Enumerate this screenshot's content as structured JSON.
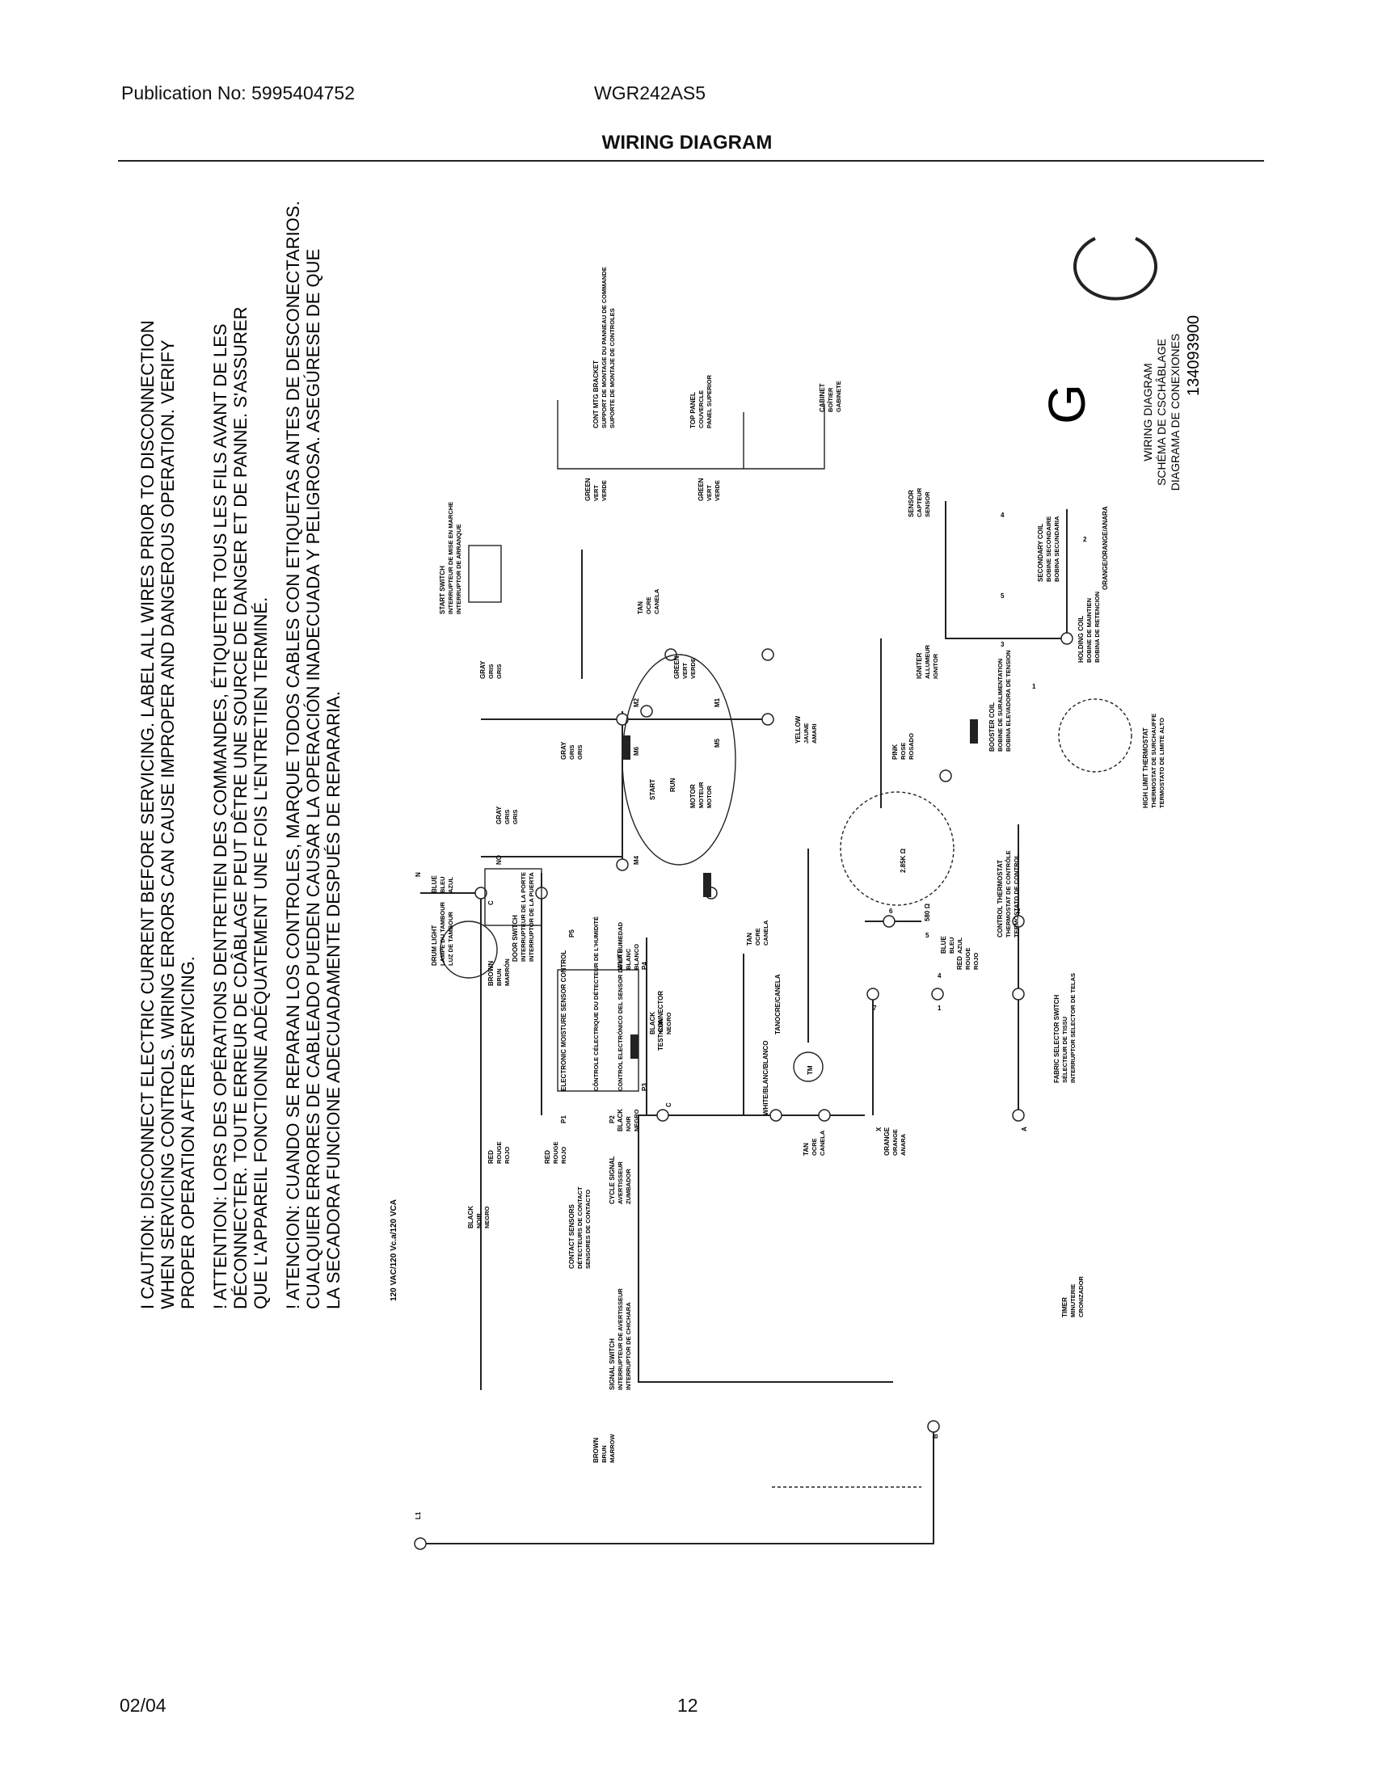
{
  "header": {
    "publication": "Publication No: 5995404752",
    "model": "WGR242AS5",
    "title": "WIRING DIAGRAM"
  },
  "footer": {
    "date": "02/04",
    "page": "12"
  },
  "diagram": {
    "corner_letter": "G",
    "corner_titles": [
      "WIRING DIAGRAM",
      "SCHÉMA DE CSCHÂBLAGE",
      "DIAGRAMA DE CONEXIONES"
    ],
    "corner_number": "134093900",
    "cautions": [
      [
        "I CAUTION: DISCONNECT ELECTRIC CURRENT BEFORE SERVICING. LABEL ALL WIRES PRIOR TO DISCONNECTION",
        "WHEN SERVICING CONTROLS. WIRING ERRORS CAN CAUSE IMPROPER AND DANGEROUS OPERATION. VERIFY",
        "PROPER OPERATION AFTER SERVICING."
      ],
      [
        "! ATTENTION: LORS DES OPÉRATIONS DENTRETIEN DES COMMANDES, ÉTIQUETER TOUS LES FILS AVANT DE LES",
        "DÉCONNECTER. TOUTE ERREUR DE CDÂBLAGE PEUT DÊTRE UNE SOURCE DE DANGER ET DE PANNE. S'ASSURER",
        "QUE L'APPAREIL FONCTIONNE ADÉQUATEMENT UNE FOIS L'ENTRETIEN TERMINÉ."
      ],
      [
        "! ATENCION: CUANDO SE REPARAN LOS CONTROLES, MARQUE TODOS CABLES CON ETIQUETAS ANTES DE DESCONECTARIOS.",
        "CUALQUIER ERRORES DE CABLEADO PUEDEN CAUSAR LA OPERACIÓN INADECUADA Y PELIGROSA. ASEGÚRESE DE QUE",
        "LA SECADORA FUNCIONE ADECUADAMENTE DESPUÉS DE REPARARIA."
      ]
    ],
    "voltage": "120 VAC/120 Vc.a/120 VCA",
    "labels": {
      "l1": "L1",
      "n": "N",
      "black": "BLACK",
      "black_fr": "NOIR",
      "black_es": "NEGRO",
      "brown": "BROWN",
      "brown_fr": "BRUN",
      "brown_es": "MARRÓN",
      "brown_es2": "MARROW",
      "red": "RED",
      "red_fr": "ROUGE",
      "red_es": "ROJO",
      "blue": "BLUE",
      "blue_fr": "BLEU",
      "blue_es": "AZUL",
      "gray": "GRAY",
      "gray_fr": "GRIS",
      "gray_es": "GRIS",
      "green": "GREEN",
      "green_fr": "VERT",
      "green_es": "VERDE",
      "tan": "TAN",
      "tan_fr": "OCRE",
      "tan_es": "CANELA",
      "white": "WHITE",
      "white_fr": "BLANC",
      "white_es": "BLANCO",
      "orange": "ORANGE",
      "orange_fr": "ORANGE",
      "orange_es": "ANARA",
      "yellow": "YELLOW",
      "yellow_fr": "JAUNE",
      "yellow_es": "AMARI",
      "pink": "PINK",
      "pink_fr": "ROSE",
      "pink_es": "ROSADO",
      "white_blanc": "WHITE/BLANC/BLANCO",
      "tan_canela": "TANOCRE/CANELA",
      "orange_naranja": "ORANGE/ORANGE/ANARA",
      "drum_light": "DRUM LIGHT",
      "drum_light_fr": "LAMPE DU TAMBOUR",
      "drum_light_es": "LUZ DE TAMBOUR",
      "door_switch": "DOOR SWITCH",
      "door_switch_fr": "INTERRUPTEUR DE LA PORTE",
      "door_switch_es": "INTERRUPTOR DE LA PUERTA",
      "start_switch": "START SWITCH",
      "start_switch_fr": "INTERRUPTEUR DE MISE EN MARCHE",
      "start_switch_es": "INTERRUPTOR DE ARRANQUE",
      "motor": "MOTOR",
      "motor_fr": "MOTEUR",
      "motor_es": "MOTOR",
      "start": "START",
      "run": "RUN",
      "cabinet": "CABINET",
      "cabinet_fr": "BOÎTIER",
      "cabinet_es": "GABINETE",
      "cont_mtg": "CONT MTG BRACKET",
      "cont_mtg_fr": "SUPPORT DE MONTAGE DU PANNEAU DE COMMANDE",
      "cont_mtg_es": "SUPORTE DE MONTAJE DE CONTROLES",
      "top_panel": "TOP PANEL",
      "top_panel_fr": "COUVERCLE",
      "top_panel_es": "PANEL SUPERIOR",
      "sensor": "SENSOR",
      "sensor_fr": "CAPTEUR",
      "sensor_es": "SENSOR",
      "igniter": "IGNITER",
      "igniter_fr": "ALLUMEUR",
      "igniter_es": "IGNITOR",
      "booster": "BOOSTER COIL",
      "booster_fr": "BOBINE DE SURALIMENTATION",
      "booster_es": "BOBINA ELEVADORA DE TENSION",
      "secondary": "SECONDARY COIL",
      "secondary_fr": "BOBINE SECONDAIRE",
      "secondary_es": "BOBINA SECUNDARIA",
      "holding": "HOLDING COIL",
      "holding_fr": "BOBINE DE MAINTIEN",
      "holding_es": "BOBINA DE RETENCION",
      "hilimit": "HIGH LIMIT THERMOSTAT",
      "hilimit_fr": "THERMOSTAT DE SURCHAUFFE",
      "hilimit_es": "TERMOSTATO DE LIMITE ALTO",
      "ctl_thermo": "CONTROL THERMOSTAT",
      "ctl_thermo_fr": "THERMOSTAT DE CONTRÔLE",
      "ctl_thermo_es": "TERMOSTATO DE CONTROL",
      "fabric": "FABRIC SELECTOR SWITCH",
      "fabric_fr": "SÉLECTEUR DE TISSU",
      "fabric_es": "INTERRUPTOR SELECTOR DE TELAS",
      "timer": "TIMER",
      "timer_fr": "MINUTERIE",
      "timer_es": "CRONIZADOR",
      "tm": "TM",
      "emsc": "ELECTRONIC MOISTURE SENSOR CONTROL",
      "emsc_fr": "CÔNTROLE CÉLECTRIQUE DU DÉTECTEUR DE L'HUMIDITÉ",
      "emsc_es": "CONTROL ELECTRÓNICO DEL SENSOR DE LA HUMEDAD",
      "test": "TEST CONNECTOR",
      "cycle": "CYCLE SIGNAL",
      "cycle_fr": "AVERTISSEUR",
      "cycle_es": "ZUMBADOR",
      "contact": "CONTACT SENSORS",
      "contact_fr": "DÉTECTEURS DE CONTACT",
      "contact_es": "SENSORES DE CONTACTO",
      "signal": "SIGNAL SWITCH",
      "signal_fr": "INTERRUPTEUR DE AVERTISSEUR",
      "signal_es": "INTERRUPTOR DE CHICHARA",
      "r_580": "580 Ω",
      "r_285": "2.85K Ω",
      "p1": "P1",
      "p2": "P2",
      "p3": "P3",
      "p4": "P4",
      "p5": "P5",
      "m1": "M1",
      "m2": "M2",
      "m4": "M4",
      "m5": "M5",
      "m6": "M6",
      "no": "NO",
      "c": "C",
      "a": "A",
      "b": "B",
      "x": "X",
      "n1": "1",
      "n2": "2",
      "n3": "3",
      "n4": "4",
      "n5": "5",
      "n6": "6",
      "n7": "7"
    }
  }
}
